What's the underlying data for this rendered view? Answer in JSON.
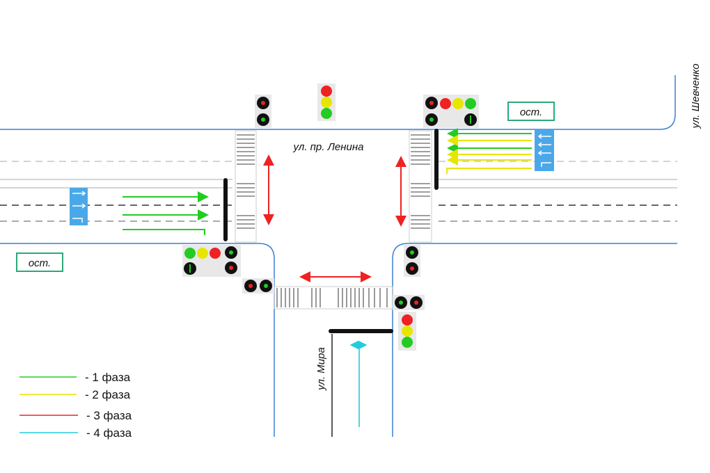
{
  "streets": {
    "lenina": "ул. пр. Ленина",
    "mira": "ул. Мира",
    "shevchenko": "ул. Шевченко"
  },
  "stops": {
    "north": "ост.",
    "south": "ост."
  },
  "legend": [
    {
      "label": "- 1 фаза",
      "color": "#22cc22"
    },
    {
      "label": "- 2 фаза",
      "color": "#e6e600"
    },
    {
      "label": "- 3 фаза",
      "color": "#ee2222"
    },
    {
      "label": "- 4 фаза",
      "color": "#22ccdd"
    }
  ],
  "colors": {
    "road_edge": "#3b7fd6",
    "lane_sign": "#4aa8e8",
    "stop_line": "#111111",
    "phase1": "#22cc22",
    "phase2": "#e6e600",
    "phase3": "#ee2222",
    "phase4": "#22ccdd",
    "stop_box": "#2aaa77"
  }
}
